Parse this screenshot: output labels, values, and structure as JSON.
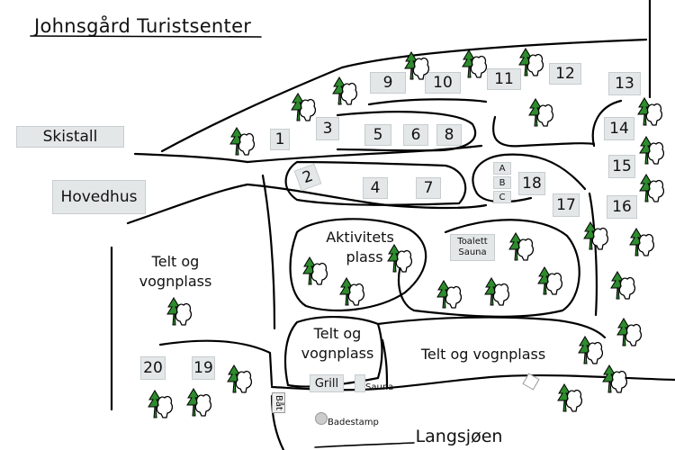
{
  "title": "Johnsgård Turistsenter",
  "buildings": {
    "skistall": "Skistall",
    "hovedhus": "Hovedhus",
    "grill": "Grill",
    "sauna": "Sauna",
    "toalett_sauna_line1": "Toalett",
    "toalett_sauna_line2": "Sauna"
  },
  "cabins": [
    "1",
    "2",
    "3",
    "4",
    "5",
    "6",
    "7",
    "8",
    "9",
    "10",
    "11",
    "12",
    "13",
    "14",
    "15",
    "16",
    "17",
    "18",
    "19",
    "20"
  ],
  "cabin_18_units": [
    "A",
    "B",
    "C"
  ],
  "areas": {
    "telt_left_1": "Telt og",
    "telt_left_2": "vognplass",
    "aktivitet_1": "Aktivitets",
    "aktivitet_2": "plass",
    "telt_mid_1": "Telt og",
    "telt_mid_2": "vognplass",
    "telt_right": "Telt og vognplass"
  },
  "labels": {
    "lake": "Langsjøen",
    "badestamp": "Badestamp",
    "bat": "Båt"
  },
  "colors": {
    "building_fill": "#e3e7e8",
    "tree_fill": "#2e8b2e",
    "line": "#000000"
  }
}
